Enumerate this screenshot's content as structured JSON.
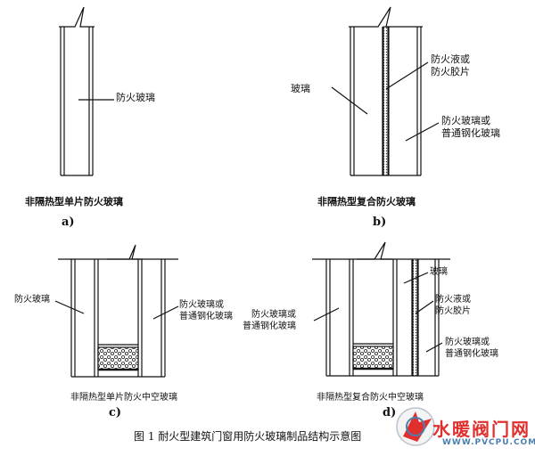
{
  "figure": {
    "caption": "图 1   耐火型建筑门窗用防火玻璃制品结构示意图"
  },
  "panel_a": {
    "label_glass": "防火玻璃",
    "caption": "非隔热型单片防火玻璃",
    "sub": "a)"
  },
  "panel_b": {
    "label_glass": "玻璃",
    "label_interlayer_1": "防火液或",
    "label_interlayer_2": "防火胶片",
    "label_right_1": "防火玻璃或",
    "label_right_2": "普通钢化玻璃",
    "caption": "非隔热型复合防火玻璃",
    "sub": "b)"
  },
  "panel_c": {
    "label_left": "防火玻璃",
    "label_right_1": "防火玻璃或",
    "label_right_2": "普通钢化玻璃",
    "caption": "非隔热型单片防火中空玻璃",
    "sub": "c)"
  },
  "panel_d": {
    "label_left_1": "防火玻璃或",
    "label_left_2": "普通钢化玻璃",
    "label_glass": "玻璃",
    "label_interlayer_1": "防火液或",
    "label_interlayer_2": "防火胶片",
    "label_right_1": "防火玻璃或",
    "label_right_2": "普通钢化玻璃",
    "caption": "非隔热型复合防火中空玻璃",
    "sub": "d)"
  },
  "watermark": {
    "name": "水暖阀门网",
    "url": "WWW.PVCPU.COM",
    "brand_color": "#e0302e"
  }
}
